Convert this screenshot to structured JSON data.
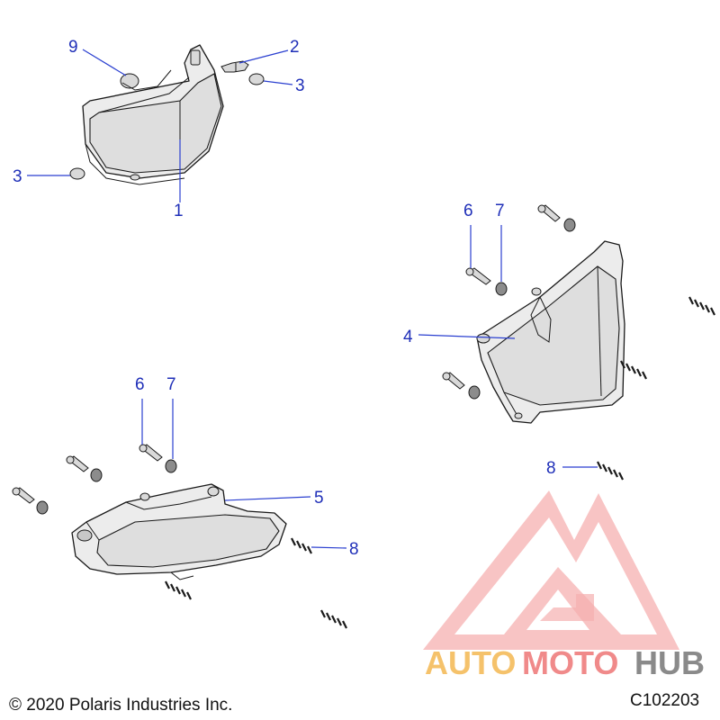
{
  "callouts": {
    "c9": "9",
    "c2": "2",
    "c3_top": "3",
    "c3_left": "3",
    "c1": "1",
    "c6_right": "6",
    "c7_right": "7",
    "c4": "4",
    "c6_left": "6",
    "c7_left": "7",
    "c5": "5",
    "c8_right": "8",
    "c8_left": "8"
  },
  "footer": {
    "copyright": "© 2020 Polaris Industries Inc.",
    "diagram_code": "C102203"
  },
  "watermark": {
    "part1": "AUTO",
    "part2": "MOTO",
    "part3": "HUB",
    "colors": {
      "auto": "#f5c26b",
      "moto": "#f08a8a",
      "hub": "#8a8a8a",
      "logo": "#f28c8c"
    }
  },
  "colors": {
    "callout": "#1f2fb8",
    "line": "#1a1a1a"
  }
}
